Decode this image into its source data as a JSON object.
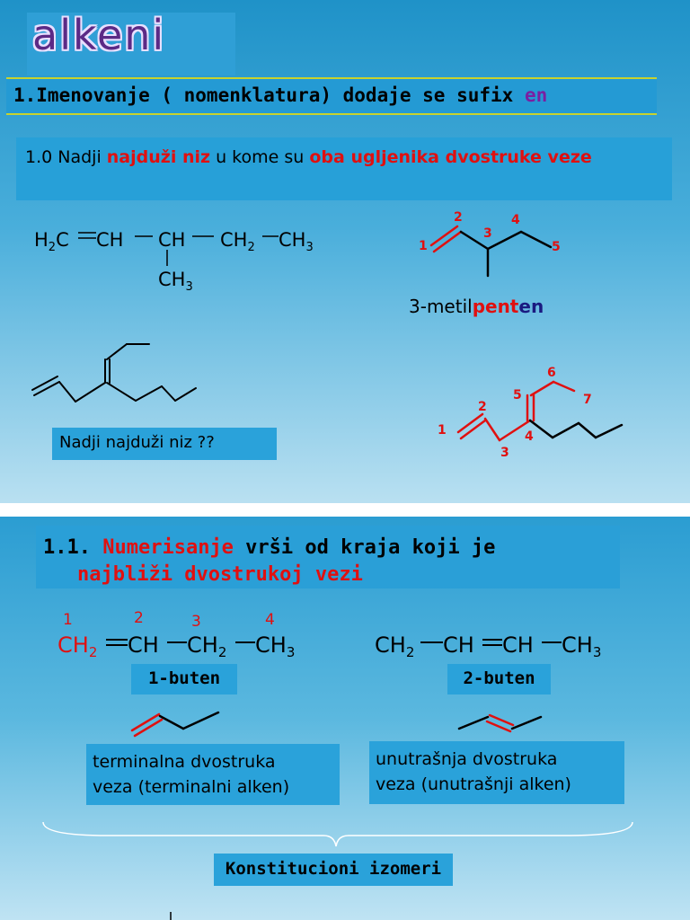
{
  "slide1": {
    "title": "alkeni",
    "heading": {
      "prefix": "1.Imenovanje ( nomenklatura) dodaje se sufix ",
      "suffix": "en"
    },
    "rule": {
      "p1": "1.0 Nadji ",
      "h1": "najduži niz",
      "p2": " u kome su ",
      "h2": "oba ugljenika dvostruke veze"
    },
    "formula": {
      "row1": [
        "H",
        "2",
        "C",
        "CH",
        "CH",
        "CH",
        "2",
        "CH",
        "3"
      ],
      "branch": [
        "CH",
        "3"
      ]
    },
    "skeleton1_labels": [
      "1",
      "2",
      "3",
      "4",
      "5"
    ],
    "caption": {
      "p1": "3-metil",
      "p2": "pent",
      "p3": "en"
    },
    "hint": "Nadji najduži niz ??",
    "skeleton2_labels": [
      "1",
      "2",
      "3",
      "4",
      "5",
      "6",
      "7"
    ]
  },
  "slide2": {
    "heading": {
      "p1": "1.1. ",
      "h1": "Numerisanje",
      "p2": " vrši od kraja koji je",
      "h2": "najbliži dvostrukoj vezi"
    },
    "butene1": {
      "numbers": [
        "1",
        "2",
        "3",
        "4"
      ],
      "parts": [
        "CH",
        "2",
        "CH",
        "CH",
        "2",
        "CH",
        "3"
      ],
      "name": "1-buten",
      "description": [
        "terminalna dvostruka",
        "veza (terminalni alken)"
      ]
    },
    "butene2": {
      "parts": [
        "CH",
        "2",
        "CH",
        "CH",
        "CH",
        "3"
      ],
      "name": "2-buten",
      "description": [
        "unutrašnja dvostruka",
        "veza (unutrašnji alken)"
      ]
    },
    "isomers": "Konstitucioni izomeri"
  },
  "colors": {
    "accent_red": "#e01010",
    "purple": "#7a1fa2",
    "box_blue": "#2aa2da"
  }
}
